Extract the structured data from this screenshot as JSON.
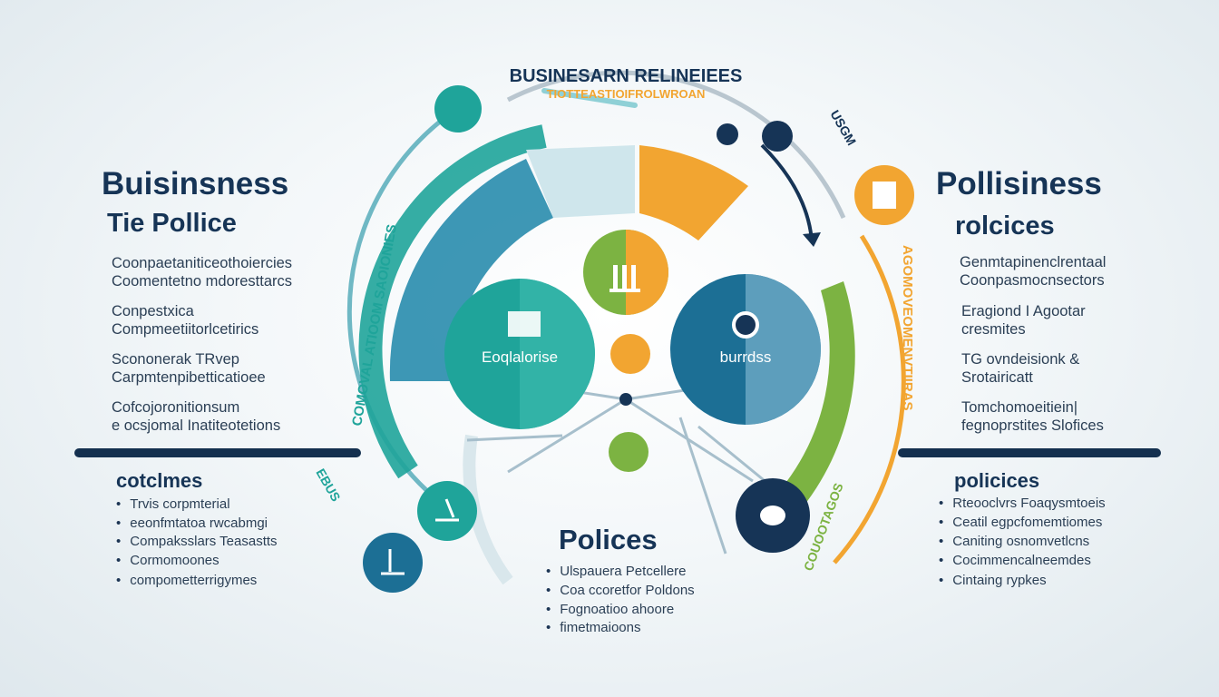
{
  "header": {
    "title": "BUSINESARN RELINEIEES",
    "subtitle": "TIOTTEASTIOIFROLWROAN"
  },
  "left": {
    "title": "Buisinsness",
    "subtitle": "Tie Pollice",
    "paragraphs": [
      [
        "Coonpaetaniticeothoiercies",
        "Coomentetno mdoresttarcs"
      ],
      [
        "Conpestxica",
        "Compmeetiitorlcetirics"
      ],
      [
        "Scononerak TRvep",
        "Carpmtenpibetticatioee"
      ],
      [
        "Cofcojoronitionsum",
        "e ocsjomal Inatiteotetions"
      ]
    ],
    "section_title": "cotclmes",
    "bullets": [
      "Trvis corpmterial",
      "eeonfmtatoa rwcabmgi",
      "Compaksslars Teasastts",
      "Cormomoones",
      "compometterrigymes"
    ]
  },
  "right": {
    "title": "Pollisiness",
    "subtitle": "rolcices",
    "paragraphs": [
      [
        "Genmtapinenclrentaal",
        "Coonpasmocnsectors"
      ],
      [
        "Eragiond I Agootar",
        "cresmites"
      ],
      [
        "TG ovndeisionk &",
        "Srotairicatt"
      ],
      [
        "Tomchomoeitiein|",
        "fegnoprstites Slofices"
      ]
    ],
    "section_title": "policices",
    "bullets": [
      "Rteooclvrs Foaqysmtoeis",
      "Ceatil egpcfomemtiomes",
      "Caniting osnomvetlcns",
      "Cocimmencalneemdes",
      "Cintaing rypkes"
    ]
  },
  "center": {
    "title": "Polices",
    "bullets": [
      "Ulspauera Petcellere",
      "Coa ccoretfor Poldons",
      "Fognoatioo ahoore",
      "fimetmaioons"
    ]
  },
  "circles": {
    "left_label": "Eoqlalorise",
    "right_label": "burrdss"
  },
  "arc_labels": {
    "left": "COMOVAL ATIOOM SAOIONIES",
    "right": "AGOMOVEOMENVTIIRAS",
    "top_right": "USGM",
    "bottom_left": "EBUS",
    "bottom_right": "COUOOTAGOS"
  },
  "colors": {
    "navy": "#163456",
    "teal": "#1fa49a",
    "blue": "#1c6f95",
    "orange": "#f2a531",
    "green": "#7cb342"
  }
}
